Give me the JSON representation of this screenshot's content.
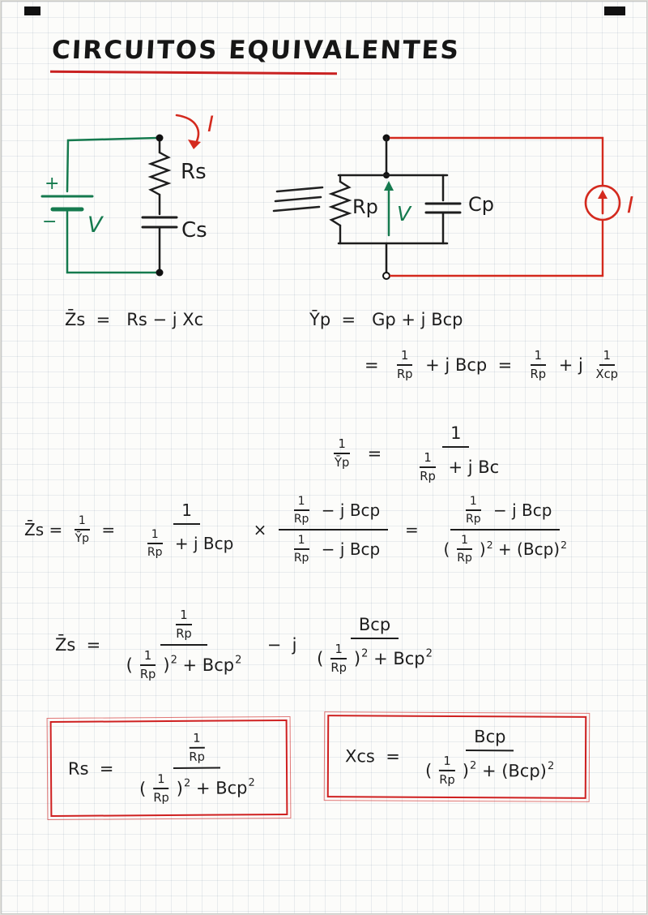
{
  "title": "CIRCUITOS EQUIVALENTES",
  "circuit": {
    "series": {
      "current": "I",
      "resistor": "Rs",
      "capacitor": "Cs",
      "plus": "+",
      "minus": "−",
      "voltage": "V"
    },
    "parallel": {
      "resistor": "Rp",
      "voltage": "V",
      "capacitor": "Cp",
      "current": "I"
    }
  },
  "math": {
    "eq_zs": [
      "Z̄s  =   Rs − j Xc"
    ],
    "eq_yp1": [
      "Ȳp  =   Gp + j Bcp"
    ],
    "eq_yp2": [
      "=  ",
      {
        "frac": [
          "1",
          "Rp"
        ],
        "small": true
      },
      " + j Bcp  =  ",
      {
        "frac": [
          "1",
          "Rp"
        ],
        "small": true
      },
      " + j ",
      {
        "frac": [
          "1",
          "Xcp"
        ],
        "small": true
      }
    ],
    "eq_inv": [
      {
        "frac": [
          "1",
          "Ȳp"
        ],
        "small": true
      },
      "  =   ",
      {
        "frac": [
          "1",
          [
            {
              "frac": [
                "1",
                "Rp"
              ],
              "small": true
            },
            " + j Bc"
          ]
        ]
      }
    ],
    "eq_big": [
      "Z̄s = ",
      {
        "frac": [
          "1",
          "Ȳp"
        ],
        "small": true
      },
      " =  ",
      {
        "frac": [
          "1",
          [
            {
              "frac": [
                "1",
                "Rp"
              ],
              "small": true
            },
            " + j Bcp"
          ]
        ]
      },
      " × ",
      {
        "frac": [
          [
            {
              "frac": [
                "1",
                "Rp"
              ],
              "small": true
            },
            " − j Bcp"
          ],
          [
            {
              "frac": [
                "1",
                "Rp"
              ],
              "small": true
            },
            " − j Bcp"
          ]
        ]
      },
      "  =  ",
      {
        "frac": [
          [
            {
              "frac": [
                "1",
                "Rp"
              ],
              "small": true
            },
            " − j Bcp"
          ],
          [
            "(",
            {
              "frac": [
                "1",
                "Rp"
              ],
              "small": true
            },
            ")",
            {
              "sup": "2"
            },
            " + (Bcp)",
            {
              "sup": "2"
            }
          ]
        ]
      }
    ],
    "eq_res": [
      "Z̄s  =  ",
      {
        "frac": [
          [
            {
              "frac": [
                "1",
                "Rp"
              ],
              "small": true
            }
          ],
          [
            "(",
            {
              "frac": [
                "1",
                "Rp"
              ],
              "small": true
            },
            ")",
            {
              "sup": "2"
            },
            " + Bcp",
            {
              "sup": "2"
            }
          ]
        ]
      },
      "  −  j ",
      {
        "frac": [
          "Bcp",
          [
            "(",
            {
              "frac": [
                "1",
                "Rp"
              ],
              "small": true
            },
            ")",
            {
              "sup": "2"
            },
            " + Bcp",
            {
              "sup": "2"
            }
          ]
        ]
      }
    ],
    "box_rs": [
      "Rs  =  ",
      {
        "frac": [
          [
            {
              "frac": [
                "1",
                "Rp"
              ],
              "small": true
            }
          ],
          [
            "(",
            {
              "frac": [
                "1",
                "Rp"
              ],
              "small": true
            },
            ")",
            {
              "sup": "2"
            },
            " + Bcp",
            {
              "sup": "2"
            }
          ]
        ]
      }
    ],
    "box_xcs": [
      "Xcs  =  ",
      {
        "frac": [
          "Bcp",
          [
            "(",
            {
              "frac": [
                "1",
                "Rp"
              ],
              "small": true
            },
            ")",
            {
              "sup": "2"
            },
            " + (Bcp)",
            {
              "sup": "2"
            }
          ]
        ]
      }
    ]
  },
  "colors": {
    "ink": "#1d1d1d",
    "red": "#cf2020",
    "green": "#157a4e"
  }
}
